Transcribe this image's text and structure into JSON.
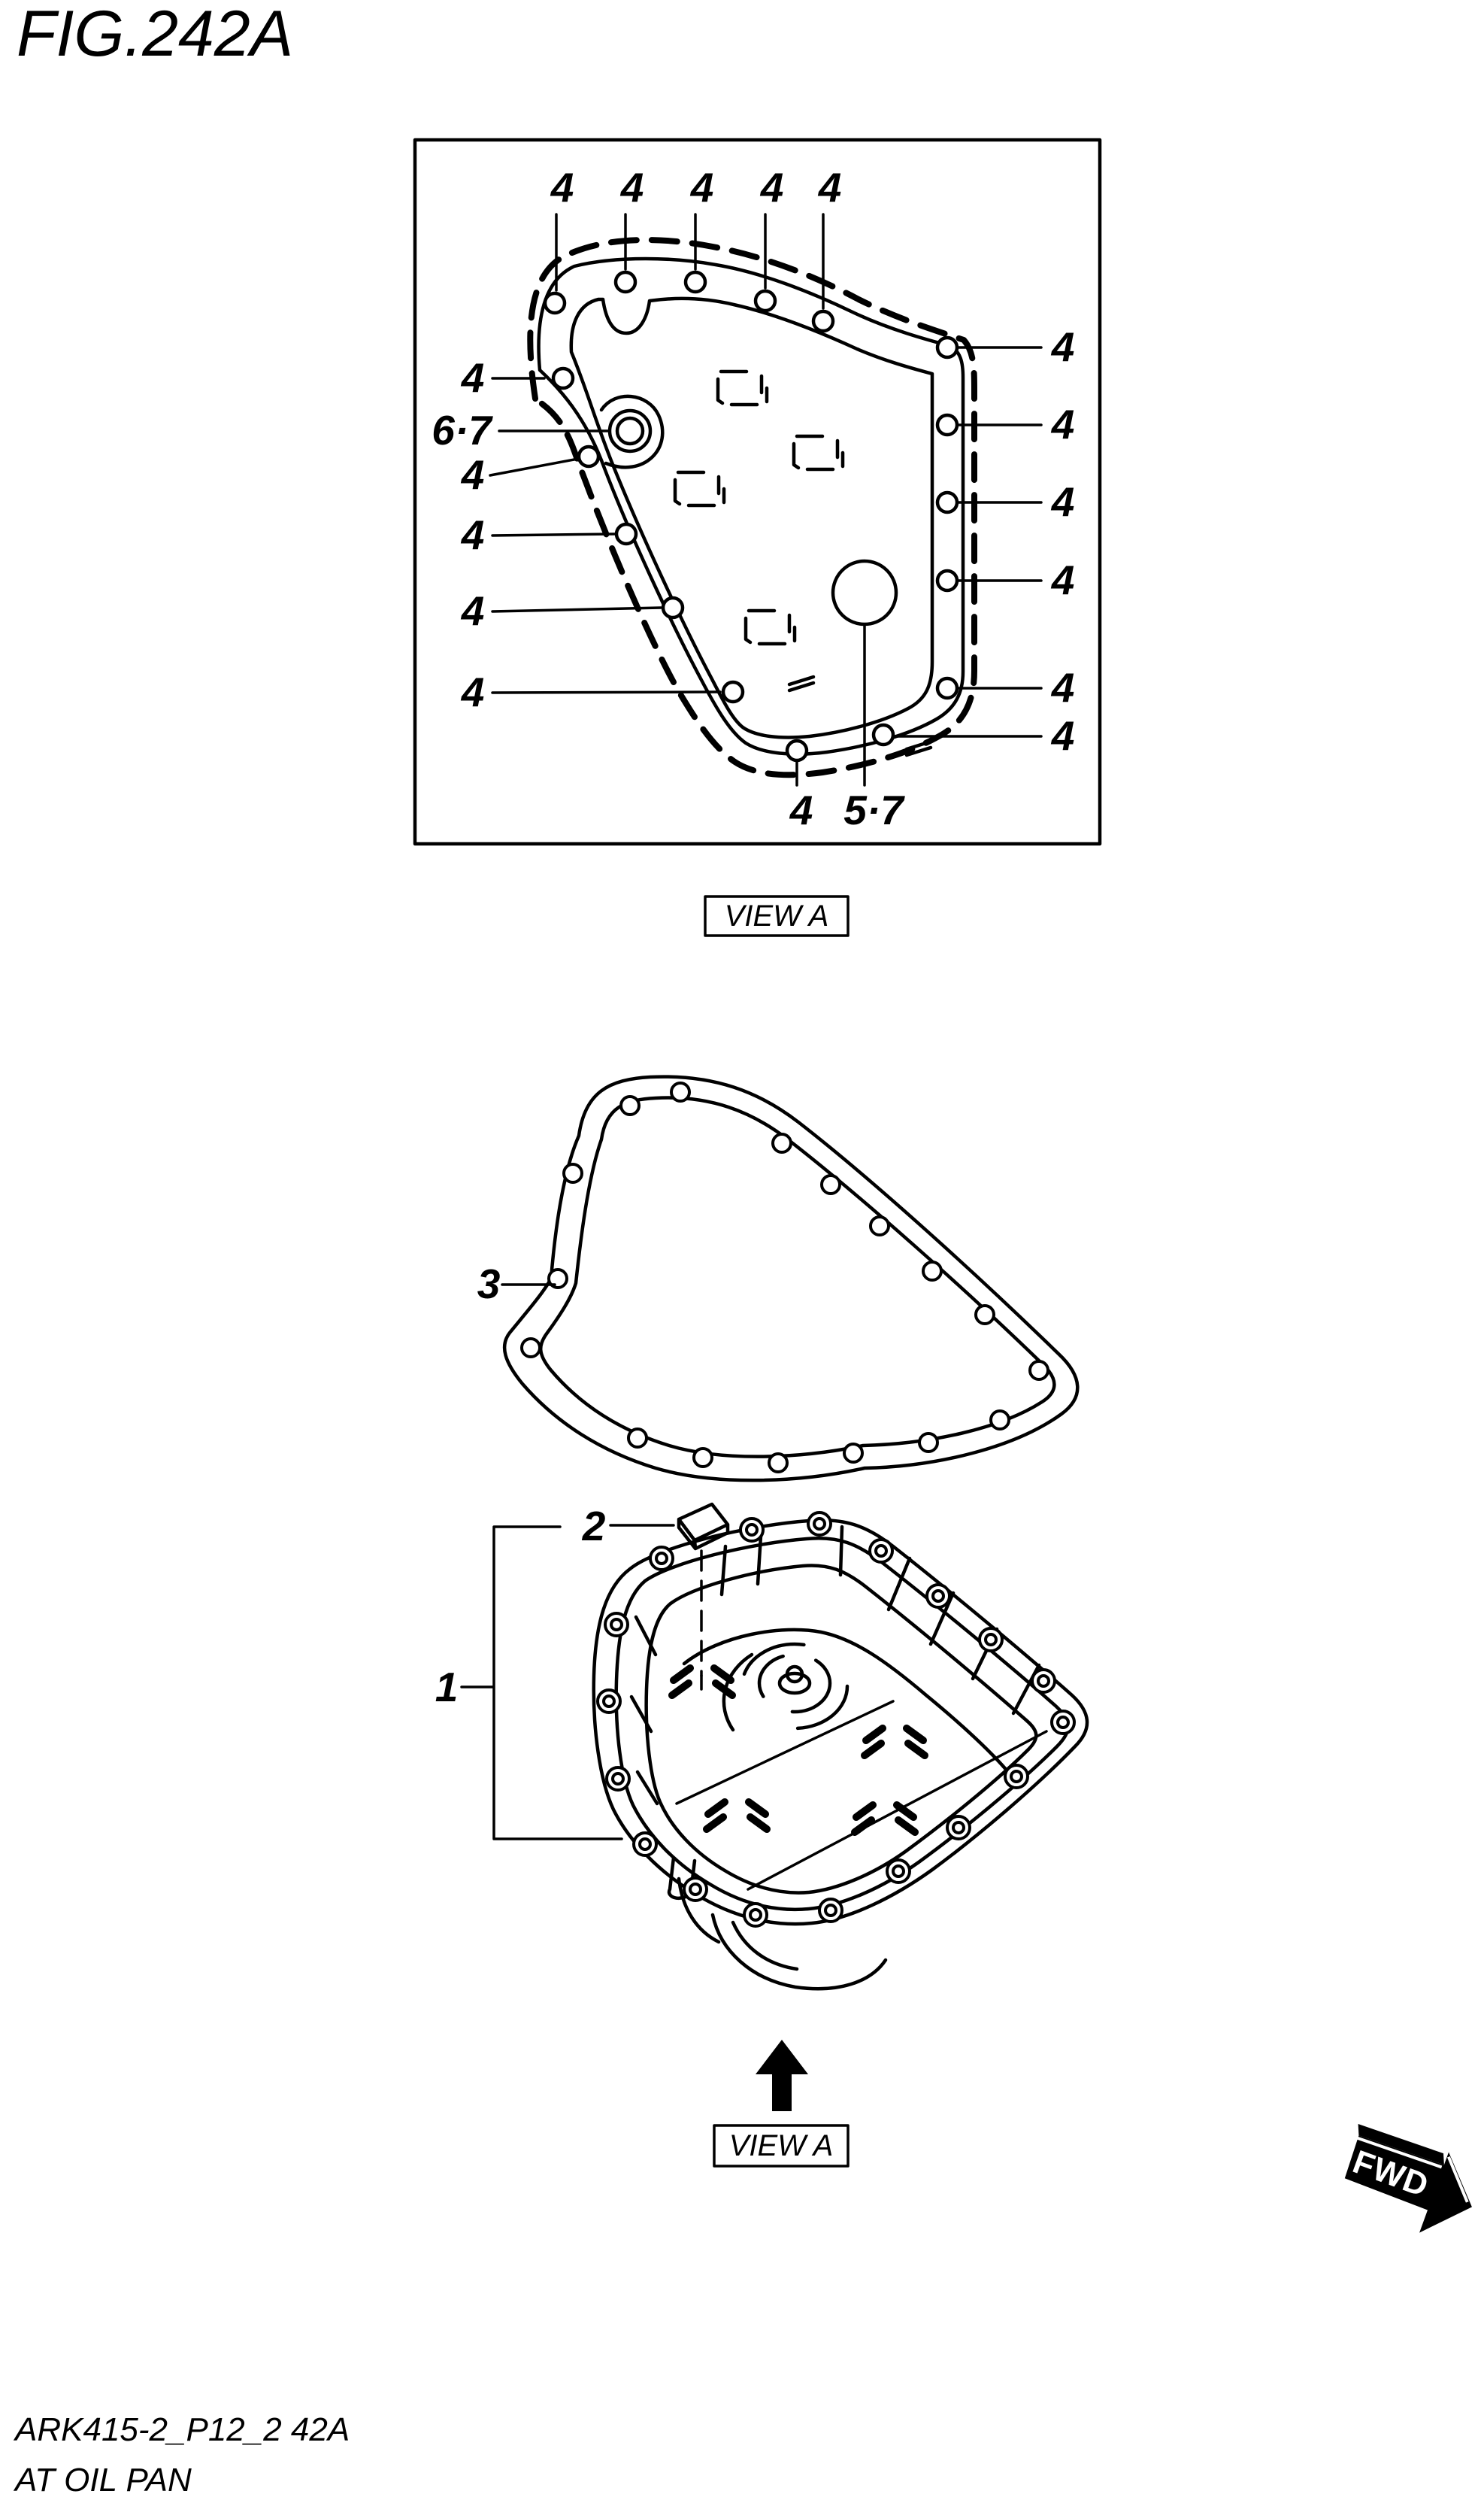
{
  "figure": {
    "title": "FIG.242A"
  },
  "view_a": {
    "box_label": "VIEW A",
    "callouts": {
      "bolt": "4",
      "drain_plug_set": "5·7",
      "level_plug_set": "6·7"
    }
  },
  "exploded_view": {
    "box_label": "VIEW A",
    "callouts": {
      "oil_pan": "1",
      "magnet": "2",
      "gasket": "3"
    }
  },
  "fwd_badge": {
    "label": "FWD"
  },
  "footer": {
    "part_code": "ARK415-2_P12_2 42A",
    "figure_caption": "AT OIL PAN"
  },
  "colors": {
    "ink": "#000000",
    "paper": "#ffffff"
  }
}
